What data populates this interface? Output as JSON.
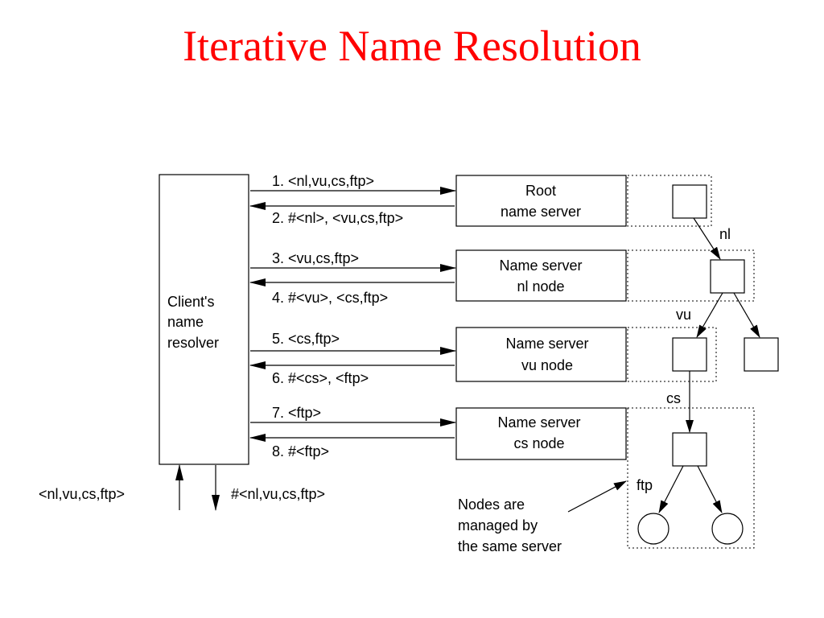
{
  "title": "Iterative Name Resolution",
  "client_box": [
    "Client's",
    "name",
    "resolver"
  ],
  "servers": {
    "root": [
      "Root",
      "name server"
    ],
    "nl": [
      "Name server",
      "nl node"
    ],
    "vu": [
      "Name server",
      "vu node"
    ],
    "cs": [
      "Name server",
      "cs node"
    ]
  },
  "messages": [
    "1. <nl,vu,cs,ftp>",
    "2. #<nl>, <vu,cs,ftp>",
    "3. <vu,cs,ftp>",
    "4. #<vu>, <cs,ftp>",
    "5. <cs,ftp>",
    "6. #<cs>, <ftp>",
    "7. <ftp>",
    "8. #<ftp>"
  ],
  "client_input": "<nl,vu,cs,ftp>",
  "client_output": "#<nl,vu,cs,ftp>",
  "edge_labels": {
    "nl": "nl",
    "vu": "vu",
    "cs": "cs",
    "ftp": "ftp"
  },
  "note": [
    "Nodes are",
    "managed by",
    "the same server"
  ]
}
